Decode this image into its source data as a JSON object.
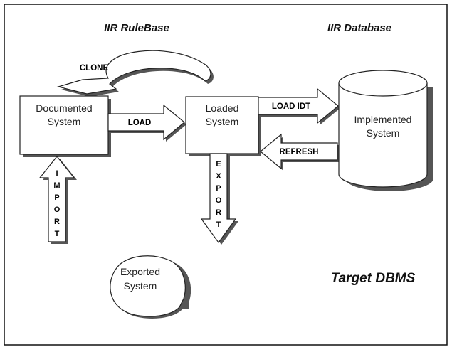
{
  "headings": {
    "rulebase": "IIR RuleBase",
    "database": "IIR Database",
    "target": "Target DBMS"
  },
  "boxes": {
    "documented": {
      "line1": "Documented",
      "line2": "System"
    },
    "loaded": {
      "line1": "Loaded",
      "line2": "System"
    },
    "implemented": {
      "line1": "Implemented",
      "line2": "System"
    },
    "exported": {
      "line1": "Exported",
      "line2": "System"
    }
  },
  "arrows": {
    "clone": "CLONE",
    "load": "LOAD",
    "load_idt": "LOAD IDT",
    "refresh": "REFRESH",
    "import_letters": [
      "I",
      "M",
      "P",
      "O",
      "R",
      "T"
    ],
    "export_letters": [
      "E",
      "X",
      "P",
      "O",
      "R",
      "T"
    ]
  }
}
